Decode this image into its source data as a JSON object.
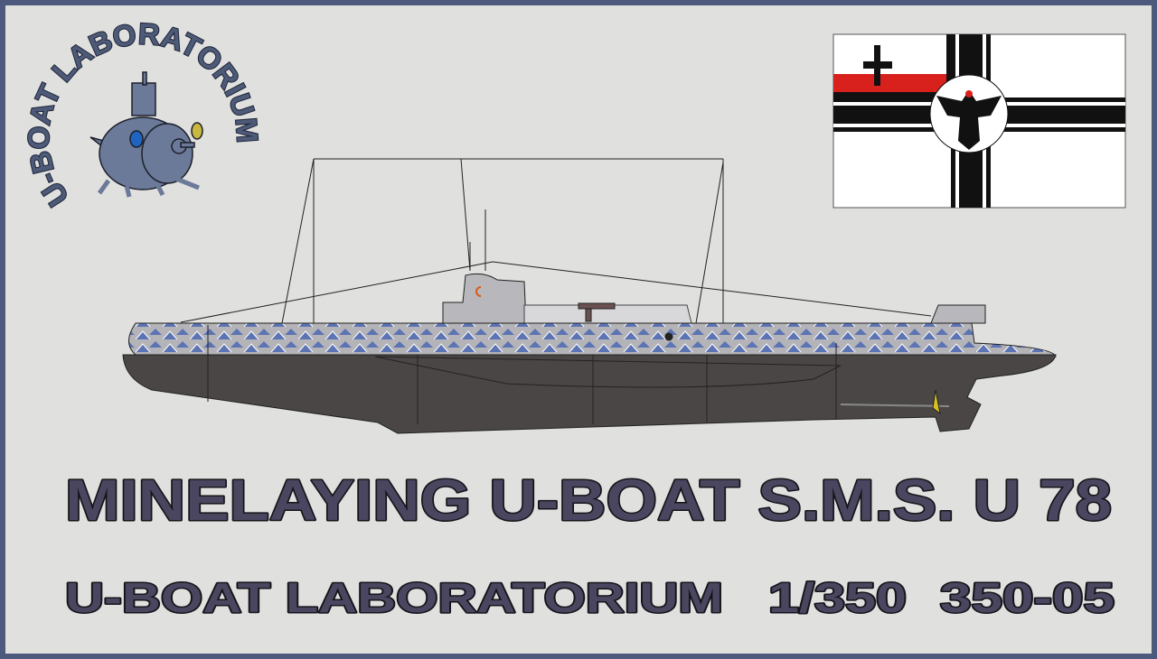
{
  "logo": {
    "text": "U-BOAT LABORATORIUM",
    "icon": "submarine-mascot-icon"
  },
  "flag": {
    "icon": "imperial-german-naval-ensign-icon",
    "colors": {
      "black": "#111111",
      "white": "#ffffff",
      "red": "#d8201c"
    }
  },
  "illustration": {
    "icon": "submarine-side-profile",
    "colors": {
      "hull": "#4a4646",
      "camouflage_gray": "#b4b4b8",
      "camouflage_blue": "#5c74b4",
      "tower": "#b8b8bc"
    }
  },
  "title": "MINELAYING U-BOAT S.M.S. U 78",
  "subtitle": {
    "maker": "U-BOAT LABORATORIUM",
    "scale": "1/350",
    "code": "350-05"
  },
  "colors": {
    "background": "#e0e0df",
    "border": "#4d5a7e",
    "text_fill": "#4a4660",
    "text_outline": "#141418"
  }
}
